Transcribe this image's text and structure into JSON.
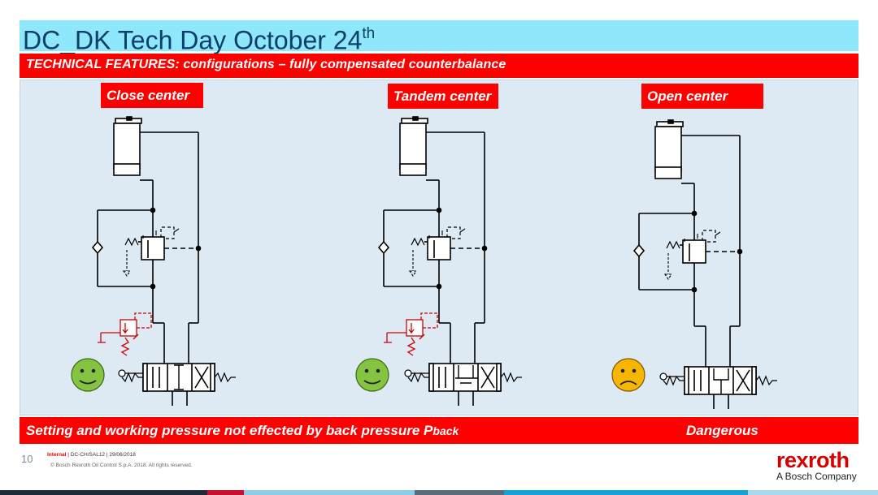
{
  "header": {
    "title": "DC_DK Tech Day October 24",
    "title_suffix": "th",
    "subtitle": "TECHNICAL FEATURES: configurations – fully compensated counterbalance"
  },
  "configurations": [
    {
      "label": "Close center",
      "face": "smiling-face-icon",
      "face_color": "#84c441"
    },
    {
      "label": "Tandem center",
      "face": "smiling-face-icon",
      "face_color": "#84c441"
    },
    {
      "label": "Open center",
      "face": "frowning-face-icon",
      "face_color": "#f7b600"
    }
  ],
  "bottom": {
    "statement": "Setting and working pressure not effected by back pressure P",
    "statement_sub": "back",
    "danger": "Dangerous"
  },
  "footer": {
    "page_number": "10",
    "classification": "Internal",
    "doc_ref": " | DC-CH/SAL12 | 29/06/2018",
    "copyright": "© Bosch Rexroth Oil Control S.p.A. 2018. All rights reserved.",
    "logo": "rexroth",
    "logo_sub": "A Bosch Company"
  },
  "colors": {
    "accent_red": "#ff0000",
    "title_bg": "#8fe7fb",
    "diagram_bg": "#ddeaf4",
    "circuit_line": "#000000",
    "relief_valve": "#d40000"
  }
}
